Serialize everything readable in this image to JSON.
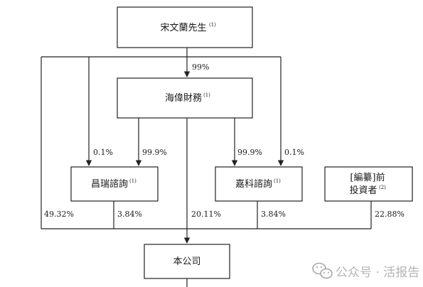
{
  "diagram": {
    "nodes": {
      "song": {
        "name": "宋文蘭先生",
        "note": "(1)"
      },
      "haiwei": {
        "name": "海偉財務",
        "note": "(1)"
      },
      "changrui": {
        "name": "昌瑞諮詢",
        "note": "(1)"
      },
      "jiake": {
        "name": "嘉科諮詢",
        "note": "(1)"
      },
      "investors": {
        "line1": "[編纂]前",
        "line2": "投資者",
        "note": "(2)"
      },
      "company": {
        "name": "本公司"
      }
    },
    "edges": {
      "song_haiwei": "99%",
      "song_changrui": "0.1%",
      "haiwei_changrui": "99.9%",
      "haiwei_jiake": "99.9%",
      "song_jiake": "0.1%",
      "song_company": "49.32%",
      "changrui_company": "3.84%",
      "haiwei_company": "20.11%",
      "jiake_company": "3.84%",
      "investors_company": "22.88%"
    }
  },
  "watermark": {
    "text": "公众号 · 活报告",
    "icon": "wechat-icon"
  }
}
